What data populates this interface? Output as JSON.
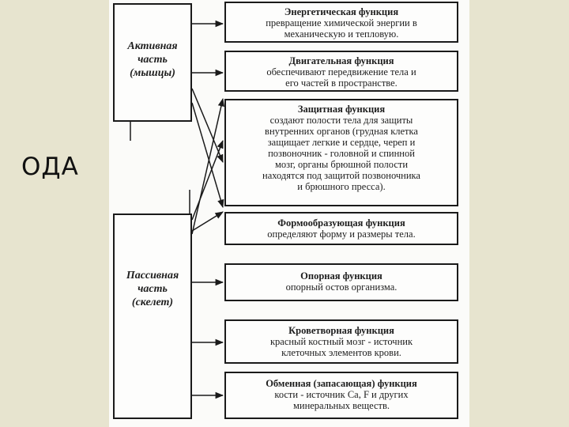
{
  "side_label": "ОДА",
  "active_part": {
    "line1": "Активная",
    "line2": "часть",
    "line3": "(мышцы)"
  },
  "passive_part": {
    "line1": "Пассивная",
    "line2": "часть",
    "line3": "(скелет)"
  },
  "functions": [
    {
      "title": "Энергетическая функция",
      "body": [
        "превращение химической энергии в",
        "механическую и тепловую."
      ]
    },
    {
      "title": "Двигательная функция",
      "body": [
        "обеспечивают передвижение тела и",
        "его частей в пространстве."
      ]
    },
    {
      "title": "Защитная функция",
      "body": [
        "создают полости тела для защиты",
        "внутренних органов (грудная клетка",
        "защищает легкие и сердце, череп и",
        "позвоночник - головной и спинной",
        "мозг, органы брюшной полости",
        "находятся под защитой позвоночника",
        "и брюшного пресса)."
      ]
    },
    {
      "title": "Формообразующая функция",
      "body": [
        "определяют форму и размеры тела."
      ]
    },
    {
      "title": "Опорная функция",
      "body": [
        "опорный остов организма."
      ]
    },
    {
      "title": "Кроветворная функция",
      "body": [
        "красный костный мозг - источник",
        "клеточных элементов крови."
      ]
    },
    {
      "title": "Обменная (запасающая) функция",
      "body": [
        "кости - источник Са, F и других",
        "минеральных веществ."
      ]
    }
  ]
}
